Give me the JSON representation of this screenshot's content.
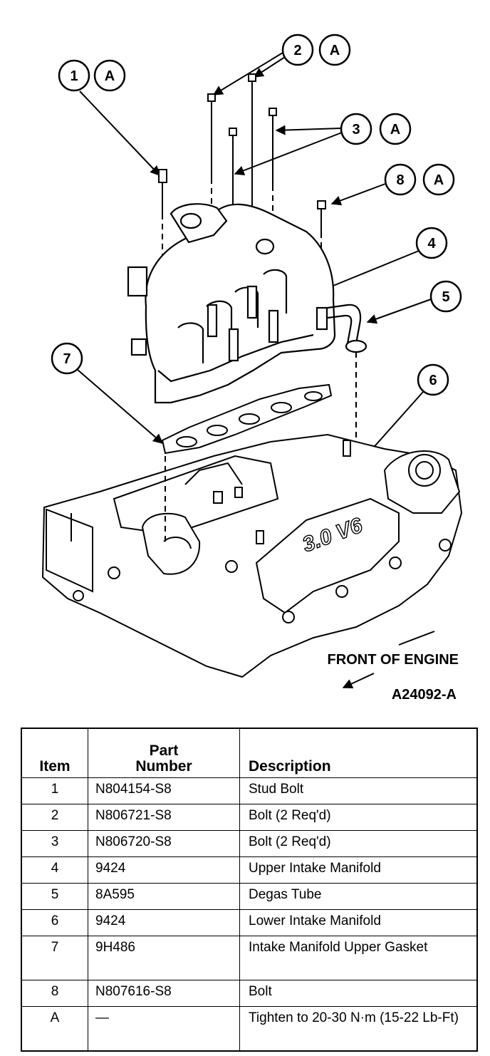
{
  "callouts": [
    {
      "num": "1",
      "tag": "A"
    },
    {
      "num": "2",
      "tag": "A"
    },
    {
      "num": "3",
      "tag": "A"
    },
    {
      "num": "8",
      "tag": "A"
    },
    {
      "num": "4"
    },
    {
      "num": "5"
    },
    {
      "num": "6"
    },
    {
      "num": "7"
    }
  ],
  "engine_badge": "3.0 V6",
  "front_label": "FRONT OF ENGINE",
  "figure_id": "A24092-A",
  "table": {
    "headers": {
      "item": "Item",
      "part_line1": "Part",
      "part_line2": "Number",
      "description": "Description"
    },
    "rows": [
      {
        "item": "1",
        "part": "N804154-S8",
        "desc": "Stud Bolt"
      },
      {
        "item": "2",
        "part": "N806721-S8",
        "desc": "Bolt (2 Req'd)"
      },
      {
        "item": "3",
        "part": "N806720-S8",
        "desc": "Bolt (2 Req'd)"
      },
      {
        "item": "4",
        "part": "9424",
        "desc": "Upper Intake Manifold"
      },
      {
        "item": "5",
        "part": "8A595",
        "desc": "Degas Tube"
      },
      {
        "item": "6",
        "part": "9424",
        "desc": "Lower Intake Manifold"
      },
      {
        "item": "7",
        "part": "9H486",
        "desc": "Intake Manifold Upper Gasket"
      },
      {
        "item": "8",
        "part": "N807616-S8",
        "desc": "Bolt"
      },
      {
        "item": "A",
        "part": "—",
        "desc": "Tighten to 20-30 N·m (15-22 Lb-Ft)"
      }
    ]
  }
}
